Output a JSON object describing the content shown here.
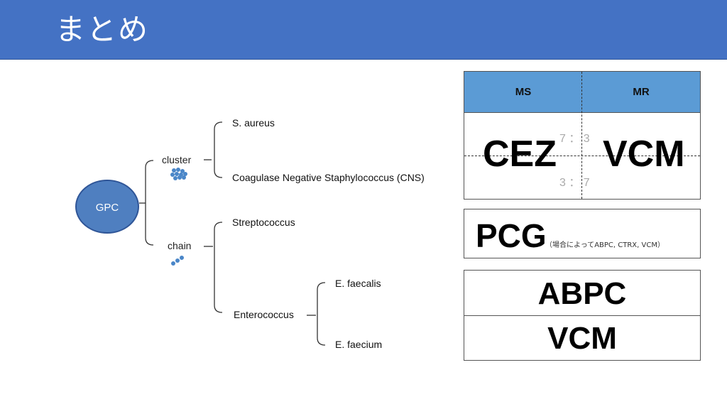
{
  "header": {
    "title": "まとめ"
  },
  "tree": {
    "root": "GPC",
    "cluster": "cluster",
    "chain": "chain",
    "s_aureus": "S. aureus",
    "cns": "Coagulase Negative Staphylococcus (CNS)",
    "streptococcus": "Streptococcus",
    "enterococcus": "Enterococcus",
    "e_faecalis": "E. faecalis",
    "e_faecium": "E. faecium"
  },
  "table1": {
    "col_ms": "MS",
    "col_mr": "MR",
    "drug_ms": "CEZ",
    "drug_mr": "VCM",
    "ratio_top": "7 ： 3",
    "ratio_bottom": "3 ： 7"
  },
  "table2": {
    "drug": "PCG",
    "note": "（場合によってABPC, CTRX, VCM）"
  },
  "table3": {
    "drug_1": "ABPC",
    "drug_2": "VCM"
  },
  "colors": {
    "header_bg": "#4472c4",
    "node_fill": "#4f7fc0",
    "table_header": "#5b9bd5",
    "bacteria_dots": "#4a86c8"
  }
}
